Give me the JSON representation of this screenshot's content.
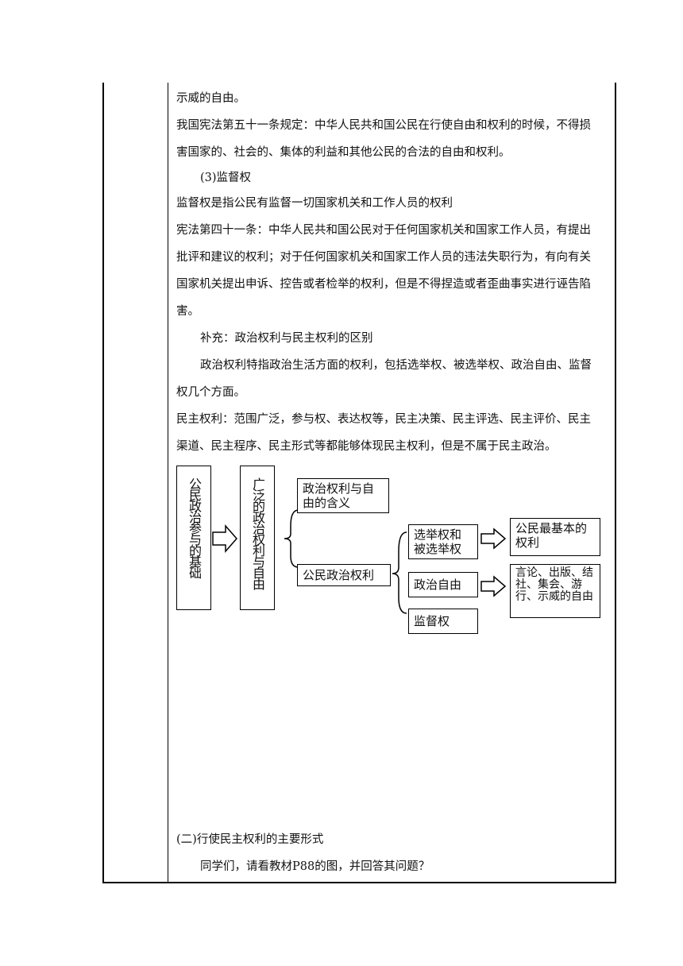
{
  "paragraphs": [
    "示威的自由。",
    "我国宪法第五十一条规定：中华人民共和国公民在行使自由和权利的时候，不得损",
    "害国家的、社会的、集体的利益和其他公民的合法的自由和权利。",
    "(3)监督权",
    "监督权是指公民有监督一切国家机关和工作人员的权利",
    "宪法第四十一条：中华人民共和国公民对于任何国家机关和国家工作人员，有提出",
    "批评和建议的权利；对于任何国家机关和国家工作人员的违法失职行为，有向有关",
    "国家机关提出申诉、控告或者检举的权利，但是不得捏造或者歪曲事实进行诬告陷",
    "害。",
    "补充：政治权利与民主权利的区别",
    "政治权利特指政治生活方面的权利，包括选举权、被选举权、政治自由、监督",
    "权几个方面。",
    "民主权利：范围广泛，参与权、表达权等，民主决策、民主评选、民主评价、民主",
    "渠道、民主程序、民主形式等都能够体现民主权利，但是不属于民主政治。"
  ],
  "diagram": {
    "box_basis": "公民政治参与的基础",
    "box_broad": "广泛的政治权利与自由",
    "box_meaning": "政治权利与自由的含义",
    "box_political_rights": "公民政治权利",
    "box_election": "选举权和被选举权",
    "box_freedom": "政治自由",
    "box_supervision": "监督权",
    "box_basic_right": "公民最基本的权利",
    "box_speech": "言论、出版、结社、集会、游行、示威的自由"
  },
  "section_title": "(二)行使民主权利的主要形式",
  "question": "同学们，请看教材P88的图，并回答其问题？"
}
